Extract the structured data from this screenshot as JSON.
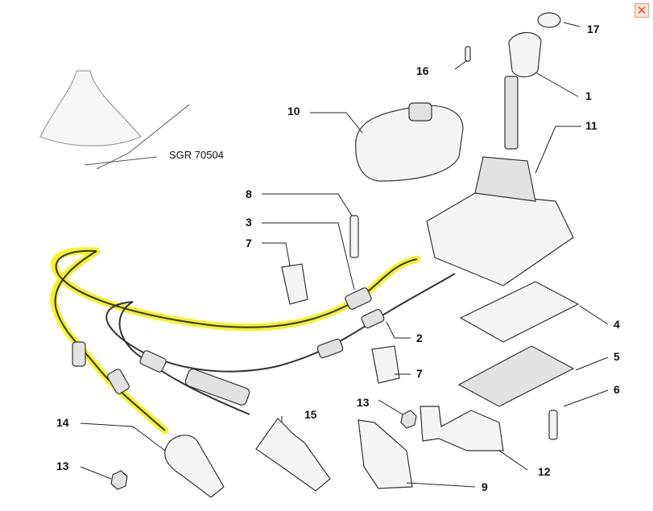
{
  "diagram": {
    "code": "SGR 70504",
    "callouts": [
      "17",
      "16",
      "1",
      "10",
      "11",
      "8",
      "3",
      "7",
      "4",
      "2",
      "5",
      "7",
      "6",
      "13",
      "14",
      "15",
      "12",
      "13",
      "9"
    ]
  },
  "close_button": {
    "label": "✕"
  },
  "colors": {
    "highlight": "#f5f000",
    "close": "#e2531c"
  }
}
